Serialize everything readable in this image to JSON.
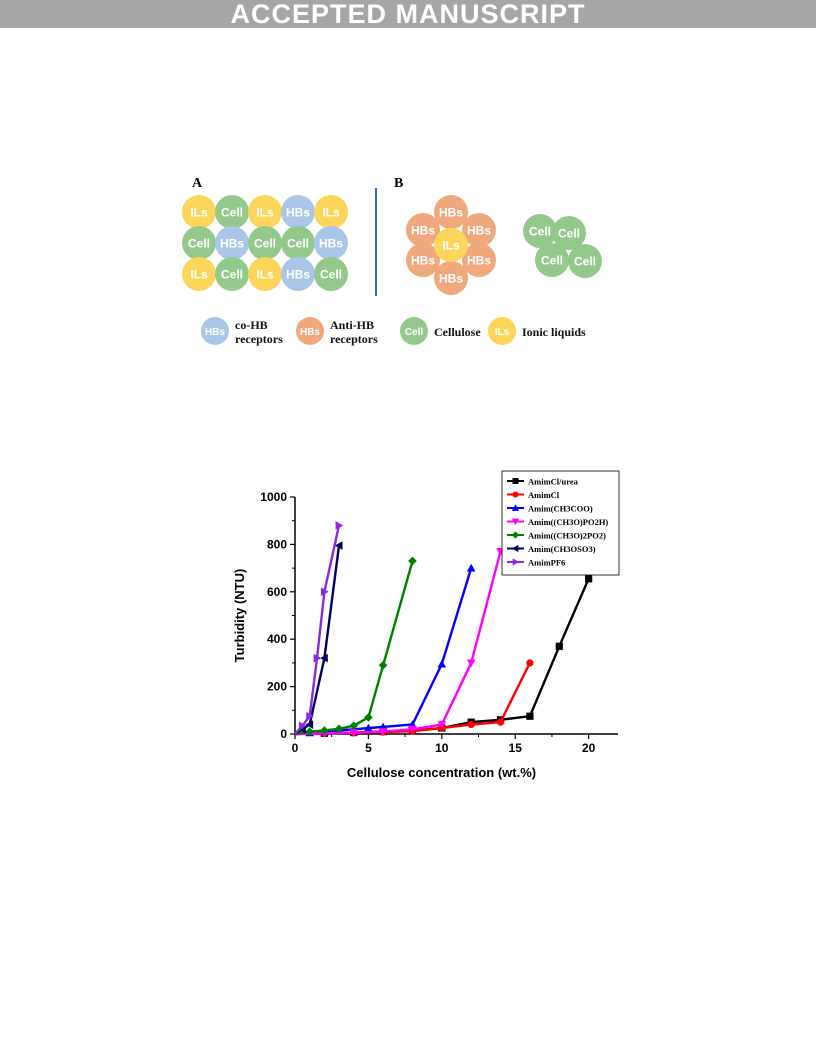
{
  "banner": {
    "text": "ACCEPTED MANUSCRIPT"
  },
  "figure_a": {
    "panel_a_label": "A",
    "panel_b_label": "B",
    "grid_a": [
      [
        "ILs",
        "Cell",
        "ILs",
        "HBs",
        "ILs"
      ],
      [
        "Cell",
        "HBs",
        "Cell",
        "Cell",
        "HBs"
      ],
      [
        "ILs",
        "Cell",
        "ILs",
        "HBs",
        "Cell"
      ]
    ],
    "cluster_hbs": {
      "outer": [
        "HBs",
        "HBs",
        "HBs",
        "HBs",
        "HBs",
        "HBs"
      ],
      "center": "ILs"
    },
    "cluster_cell": [
      "Cell",
      "Cell",
      "Cell",
      "Cell"
    ],
    "legend": [
      {
        "circle": "HBs",
        "text1": "co-HB",
        "text2": "receptors",
        "color": "#a9c6e8"
      },
      {
        "circle": "HBs",
        "text1": "Anti-HB",
        "text2": "receptors",
        "color": "#f0a97c"
      },
      {
        "circle": "Cell",
        "text1": "Cellulose",
        "text2": "",
        "color": "#94c98c"
      },
      {
        "circle": "ILs",
        "text1": "Ionic liquids",
        "text2": "",
        "color": "#fbd65a"
      }
    ],
    "colors": {
      "ILs": "#fbd65a",
      "Cell": "#94c98c",
      "HBs_co": "#a9c6e8",
      "HBs_anti": "#f0a97c",
      "divider": "#3a6fb0"
    }
  },
  "chart_data": {
    "type": "line",
    "xlabel": "Cellulose concentration (wt.%)",
    "ylabel": "Turbidity (NTU)",
    "xlim": [
      0,
      22
    ],
    "ylim": [
      0,
      1000
    ],
    "xticks": [
      "0",
      "5",
      "10",
      "15",
      "20"
    ],
    "yticks": [
      "0",
      "200",
      "400",
      "600",
      "800",
      "1000"
    ],
    "legend_position": "top-right",
    "series": [
      {
        "name": "AmimCl/urea",
        "color": "#000000",
        "marker": "square",
        "x": [
          0,
          2,
          4,
          6,
          8,
          10,
          12,
          14,
          16,
          18,
          20
        ],
        "y": [
          0,
          3,
          6,
          10,
          15,
          25,
          50,
          60,
          75,
          370,
          655
        ]
      },
      {
        "name": "AmimCl",
        "color": "#ff0000",
        "marker": "circle",
        "x": [
          0,
          2,
          4,
          6,
          8,
          10,
          12,
          14,
          16
        ],
        "y": [
          0,
          3,
          5,
          8,
          12,
          25,
          40,
          50,
          300
        ]
      },
      {
        "name": "Amim(CH3COO)",
        "color": "#0000ff",
        "marker": "triangle-up",
        "x": [
          0,
          1,
          2,
          3,
          4,
          5,
          6,
          8,
          10,
          12
        ],
        "y": [
          0,
          5,
          10,
          15,
          20,
          25,
          30,
          40,
          295,
          700
        ]
      },
      {
        "name": "Amim((CH3O)PO2H)",
        "color": "#ff00ff",
        "marker": "triangle-down",
        "x": [
          0,
          2,
          4,
          6,
          8,
          10,
          12,
          14
        ],
        "y": [
          0,
          3,
          6,
          10,
          20,
          40,
          300,
          770
        ]
      },
      {
        "name": "Amim((CH3O)2PO2)",
        "color": "#008000",
        "marker": "diamond",
        "x": [
          0,
          1,
          2,
          3,
          4,
          5,
          6,
          8
        ],
        "y": [
          0,
          10,
          15,
          22,
          35,
          70,
          290,
          730
        ]
      },
      {
        "name": "Amim(CH3OSO3)",
        "color": "#00005a",
        "marker": "triangle-left",
        "x": [
          0,
          0.5,
          1,
          2,
          3
        ],
        "y": [
          0,
          20,
          40,
          320,
          795
        ]
      },
      {
        "name": "AmimPF6",
        "color": "#8a2be2",
        "marker": "triangle-right",
        "x": [
          0,
          0.5,
          1,
          1.5,
          2,
          3
        ],
        "y": [
          0,
          35,
          75,
          320,
          600,
          880
        ]
      }
    ]
  }
}
